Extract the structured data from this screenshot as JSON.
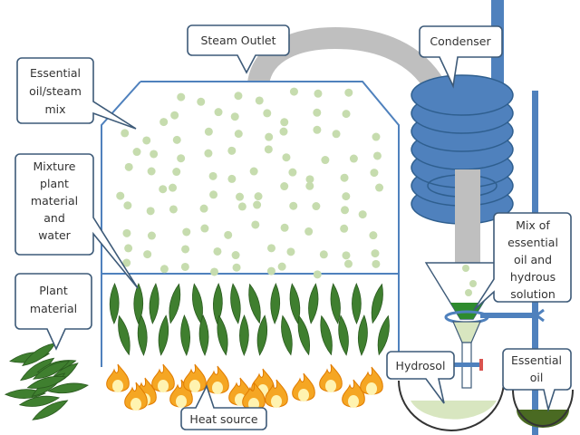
{
  "labels": {
    "steam_outlet": "Steam Outlet",
    "oil_steam_mix": [
      "Essential",
      "oil/steam",
      "mix"
    ],
    "mixture": [
      "Mixture",
      "plant",
      "material",
      "and",
      "water"
    ],
    "plant_material": [
      "Plant",
      "material"
    ],
    "heat_source": "Heat source",
    "condenser": "Condenser",
    "mix_of": [
      "Mix of",
      "essential",
      "oil and",
      "hydrous",
      "solution"
    ],
    "hydrosol": "Hydrosol",
    "essential_oil": [
      "Essential",
      "oil"
    ]
  },
  "colors": {
    "apparatus_blue": "#4f81bd",
    "pipe_gray": "#bfbfbf",
    "vapor_dot": "#c6dcae",
    "leaf_green": "#3f7f2f",
    "mix_green": "#2e8b2e",
    "hydrosol": "#d8e6c0",
    "essential_oil": "#4a6a22",
    "flame_orange": "#f5a623"
  }
}
